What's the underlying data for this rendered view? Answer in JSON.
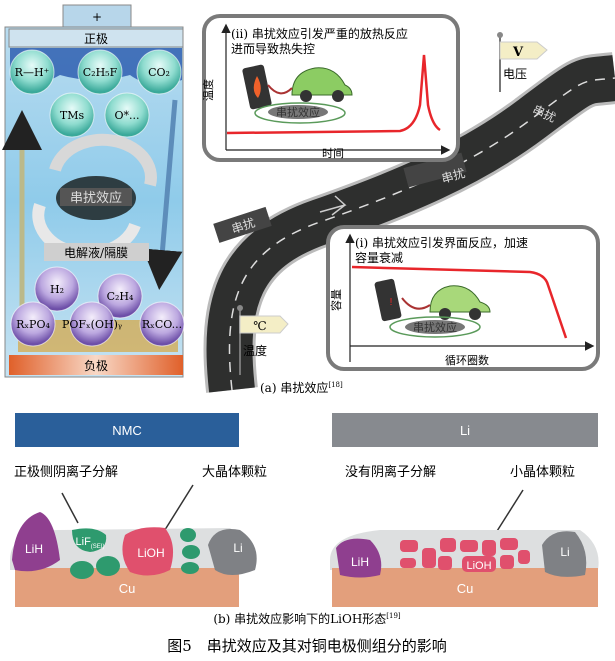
{
  "panel_a": {
    "battery": {
      "plus": "+",
      "cathode": "正极",
      "anode": "负极",
      "center_label": "串扰效应",
      "separator_label": "电解液/隔膜",
      "top_species": [
        "R—H⁺",
        "C₂H₅F",
        "CO₂",
        "TMs",
        "O*..."
      ],
      "bottom_species": [
        "H₂",
        "C₂H₄",
        "RₓPO₄",
        "POFₓ(OH)ᵧ",
        "RₓCO..."
      ]
    },
    "road": {
      "labels": [
        "串扰",
        "串扰",
        "串扰"
      ],
      "flag_voltage": {
        "symbol": "V",
        "label": "电压"
      },
      "flag_temperature": {
        "symbol": "℃",
        "label": "温度"
      }
    },
    "box_ii": {
      "title_line1": "(ii) 串扰效应引发严重的放热反应",
      "title_line2": "进而导致热失控",
      "ylabel": "温度",
      "xlabel": "时间",
      "badge": "串扰效应"
    },
    "box_i": {
      "title_line1": "(i) 串扰效应引发界面反应，加速",
      "title_line2": "容量衰减",
      "ylabel": "容量",
      "xlabel": "循环圈数",
      "badge": "串扰效应"
    },
    "caption": "(a) 串扰效应",
    "caption_ref": "[18]"
  },
  "panel_b": {
    "left": {
      "top_bar": "NMC",
      "annot1": "正极侧阴离子分解",
      "annot2": "大晶体颗粒",
      "particles": {
        "lih": "LiH",
        "lif": "LiF",
        "lif_sub": "(SEI)",
        "lioh": "LiOH",
        "li": "Li"
      },
      "substrate": "Cu"
    },
    "right": {
      "top_bar": "Li",
      "annot1": "没有阴离子分解",
      "annot2": "小晶体颗粒",
      "particles": {
        "lih": "LiH",
        "lioh": "LiOH",
        "li": "Li"
      },
      "substrate": "Cu"
    },
    "caption": "(b) 串扰效应影响下的LiOH形态",
    "caption_ref": "[19]"
  },
  "figure_caption": "图5　串扰效应及其对铜电极侧组分的影响",
  "colors": {
    "nmc": "#2a5f9a",
    "li_bar": "#878a8f",
    "cu": "#e39f7c",
    "lioh": "#e0506d",
    "lih": "#8f3f8f",
    "lif": "#2e9a6e",
    "li": "#7f8185",
    "red_curve": "#e8262b"
  }
}
